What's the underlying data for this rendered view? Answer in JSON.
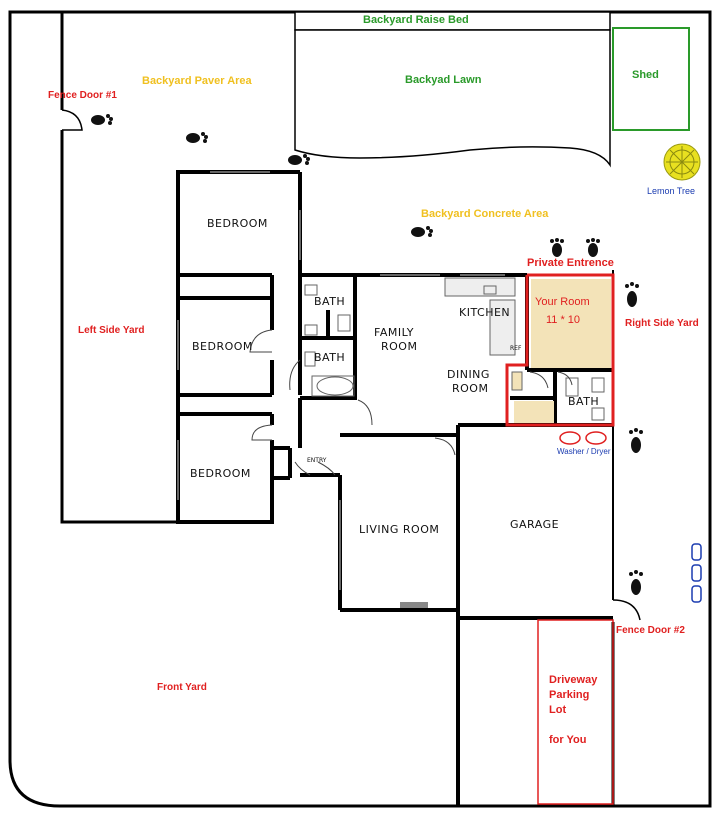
{
  "plan": {
    "title": "",
    "outdoor": {
      "backyard_raise_bed": "Backyard Raise Bed",
      "backyard_lawn": "Backyad Lawn",
      "shed": "Shed",
      "lemon_tree": "Lemon Tree",
      "backyard_paver_area": "Backyard Paver Area",
      "fence_door_1": "Fence Door #1",
      "backyard_concrete_area": "Backyard Concrete Area",
      "private_entrance": "Private Entrence",
      "left_side_yard": "Left Side Yard",
      "right_side_yard": "Right Side Yard",
      "front_yard": "Front Yard",
      "fence_door_2": "Fence Door #2",
      "washer_dryer": "Washer / Dryer"
    },
    "rooms": {
      "bedroom_1": "BEDROOM",
      "bedroom_2": "BEDROOM",
      "bedroom_3": "BEDROOM",
      "bath_1": "BATH",
      "bath_2": "BATH",
      "bath_3": "BATH",
      "family_room_line1": "FAMILY",
      "family_room_line2": "ROOM",
      "kitchen": "KITCHEN",
      "dining_room_line1": "DINING",
      "dining_room_line2": "ROOM",
      "living_room": "LIVING ROOM",
      "garage": "GARAGE",
      "entry": "ENTRY",
      "ref": "REF"
    },
    "your_room": {
      "label": "Your Room",
      "size": "11 * 10"
    },
    "driveway": {
      "line1": "Driveway",
      "line2": "Parking",
      "line3": "Lot",
      "line4": "for You"
    },
    "colors": {
      "highlight_red": "#e02020",
      "room_fill": "#f3e3b8",
      "shed_green": "#2a9a2a",
      "tree_yellow": "#e8e020",
      "car_blue": "#1a3bb0"
    }
  }
}
